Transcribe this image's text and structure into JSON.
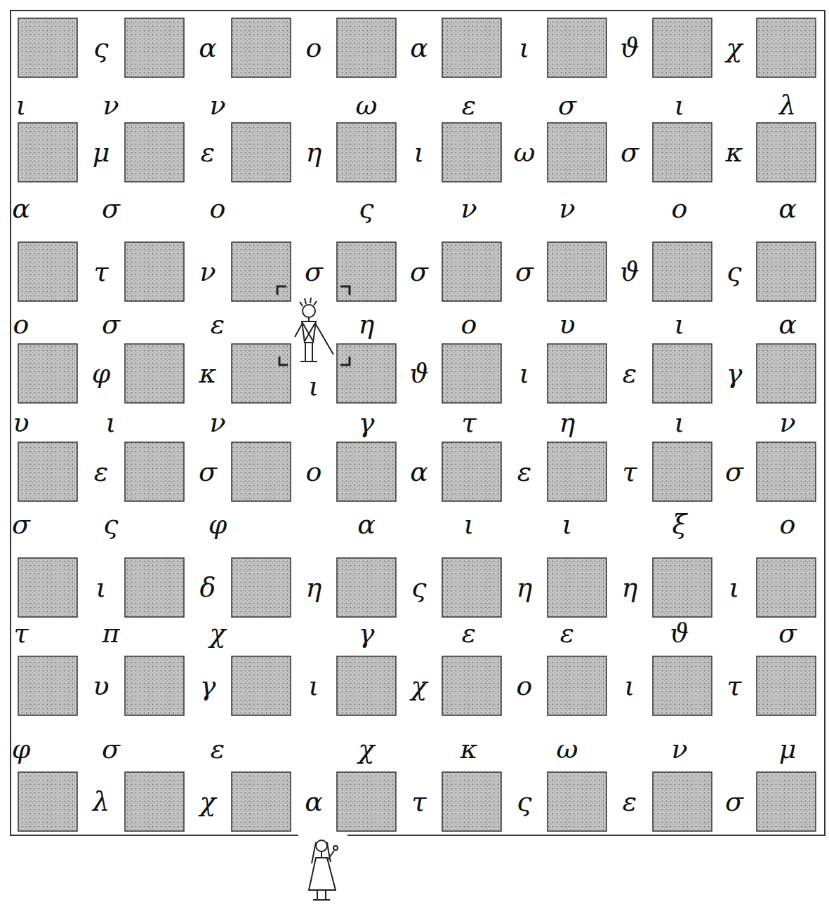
{
  "diagram": {
    "labels": [
      "ς",
      "α",
      "ο",
      "α",
      "ι",
      "ϑ",
      "χ",
      "ι",
      "ν",
      "ν",
      "ω",
      "ε",
      "σ",
      "ι",
      "λ",
      "μ",
      "ε",
      "η",
      "ι",
      "ω",
      "σ",
      "κ",
      "α",
      "σ",
      "ο",
      "ς",
      "ν",
      "ν",
      "ο",
      "α",
      "τ",
      "ν",
      "σ",
      "σ",
      "σ",
      "ϑ",
      "ς",
      "ο",
      "σ",
      "ε",
      "η",
      "ο",
      "υ",
      "ι",
      "α",
      "φ",
      "κ",
      "ι",
      "ϑ",
      "ι",
      "ε",
      "γ",
      "υ",
      "ι",
      "ν",
      "γ",
      "τ",
      "η",
      "ι",
      "ν",
      "ε",
      "σ",
      "ο",
      "α",
      "ε",
      "τ",
      "σ",
      "σ",
      "ς",
      "φ",
      "α",
      "ι",
      "ι",
      "ξ",
      "ο",
      "ι",
      "δ",
      "η",
      "ς",
      "η",
      "η",
      "ι",
      "τ",
      "π",
      "χ",
      "γ",
      "ε",
      "ε",
      "ϑ",
      "σ",
      "υ",
      "γ",
      "ι",
      "χ",
      "ο",
      "ι",
      "τ",
      "φ",
      "σ",
      "ε",
      "χ",
      "κ",
      "ω",
      "ν",
      "μ",
      "λ",
      "χ",
      "α",
      "τ",
      "ς",
      "ε",
      "σ"
    ]
  }
}
